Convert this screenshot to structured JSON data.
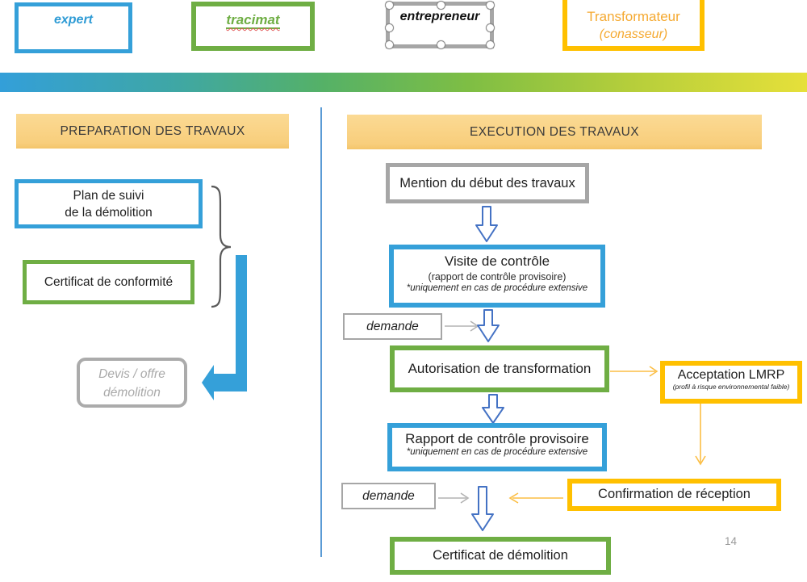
{
  "page": {
    "number": "14"
  },
  "actors": {
    "expert": {
      "label": "expert",
      "color": "#2E9BD5"
    },
    "tracimat": {
      "label": "tracimat",
      "color": "#6FAE44"
    },
    "entrepreneur": {
      "label": "entrepreneur",
      "color": "#A6A6A6",
      "selected": true
    },
    "transformateur": {
      "label": "Transformateur",
      "sublabel": "(conasseur)",
      "color": "#FFC000"
    }
  },
  "sections": {
    "left": {
      "title": "PREPARATION DES TRAVAUX"
    },
    "right": {
      "title": "EXECUTION DES TRAVAUX"
    }
  },
  "left_flow": {
    "plan_suivi": {
      "line1": "Plan de suivi",
      "line2": "de la démolition"
    },
    "certificat_conformite": "Certificat de conformité",
    "devis": {
      "line1": "Devis / offre",
      "line2": "démolition"
    }
  },
  "right_flow": {
    "mention": "Mention du début des travaux",
    "visite": {
      "title": "Visite de contrôle",
      "sub1": "(rapport de contrôle provisoire)",
      "sub2": "*uniquement en cas de procédure extensive"
    },
    "demande1": "demande",
    "autorisation": "Autorisation de transformation",
    "acceptation": {
      "title": "Acceptation LMRP",
      "sub": "(profil à risque environnemental faible)"
    },
    "rapport": {
      "title": "Rapport de contrôle provisoire",
      "sub": "*uniquement en cas de procédure extensive"
    },
    "demande2": "demande",
    "confirmation": "Confirmation de réception",
    "certificat_demolition": "Certificat de démolition"
  },
  "colors": {
    "blue": "#35A0D9",
    "green": "#6FAE44",
    "orange_border": "#FFC000",
    "orange_text": "#F5A930",
    "gray_border": "#A6A6A6",
    "hollow_arrow_outline": "#4472C4",
    "header_bg": "#FAD98B",
    "divider_blue": "#5B9BD5",
    "gradient_bar": [
      "#339FD9",
      "#7EBE44",
      "#E6E03A"
    ]
  }
}
